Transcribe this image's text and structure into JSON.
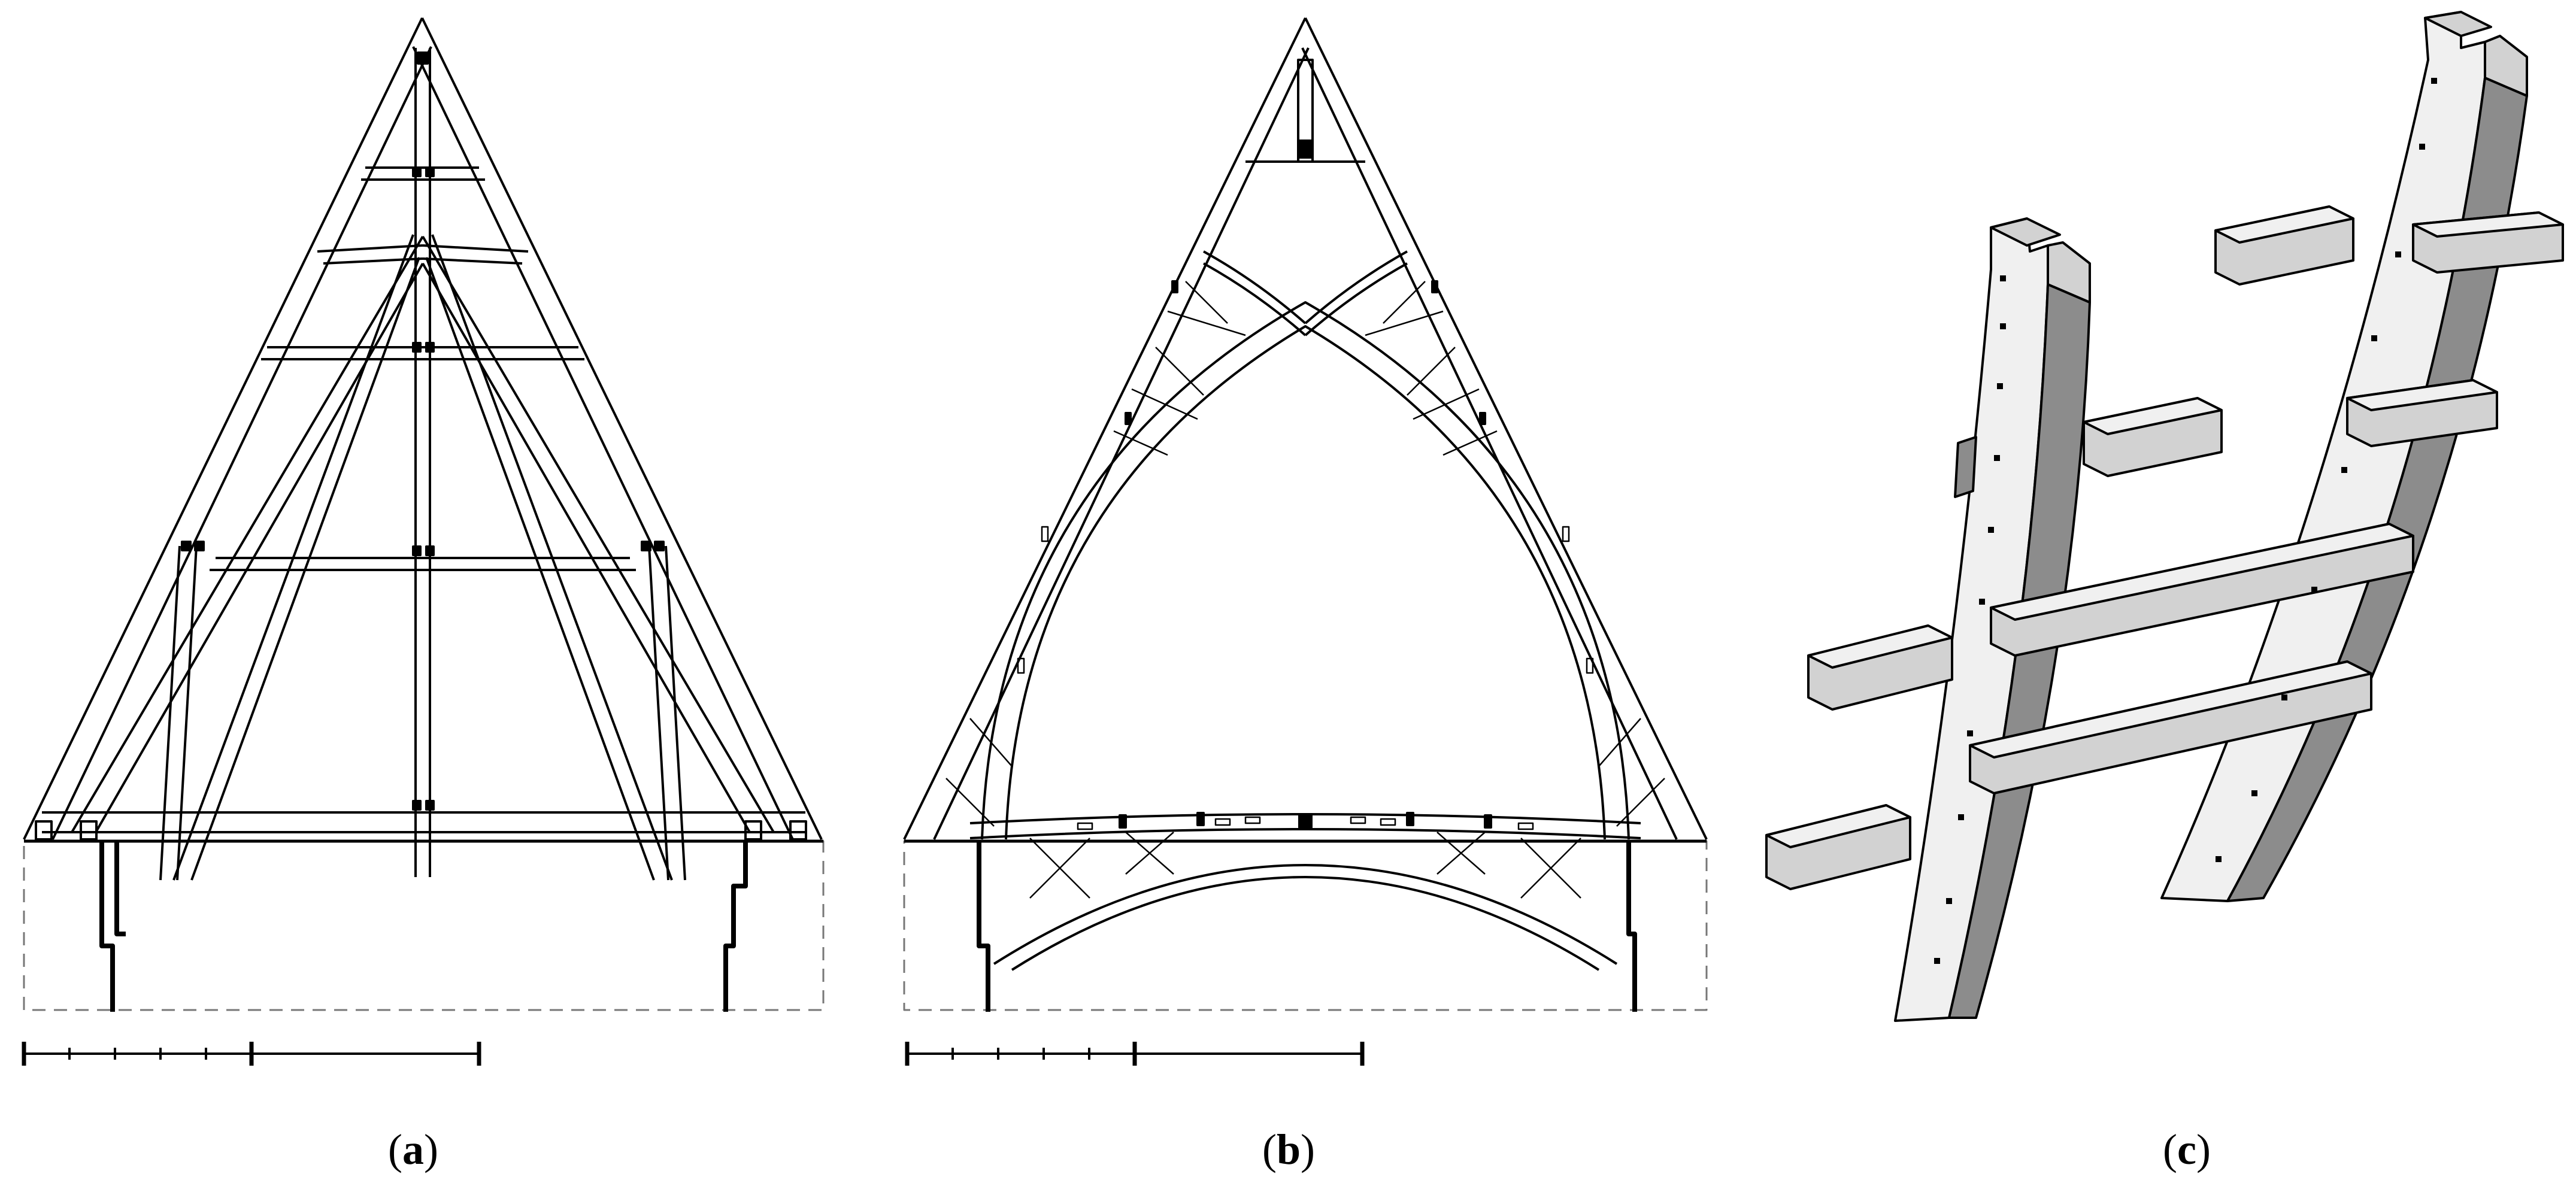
{
  "figure": {
    "panels": [
      {
        "id": "a",
        "kind": "king-post truss roof section"
      },
      {
        "id": "b",
        "kind": "pointed arch timber truss section"
      },
      {
        "id": "c",
        "kind": "axonometric curved rib assembly"
      }
    ],
    "captions": {
      "a": "a",
      "b": "b",
      "c": "c"
    },
    "colors": {
      "stroke": "#000000",
      "face_light": "#f0f0f0",
      "face_mid": "#d2d2d2",
      "face_dark": "#8c8c8c",
      "dashed": "#777777"
    }
  }
}
